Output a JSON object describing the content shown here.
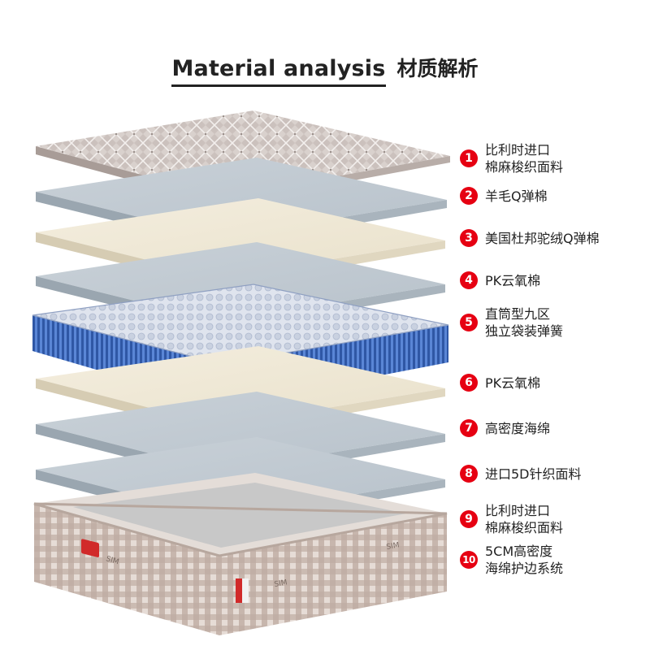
{
  "header": {
    "title_en": "Material analysis",
    "title_cn": "材质解析"
  },
  "layers": [
    {
      "num": "1",
      "label": "比利时进口\n棉麻梭织面料"
    },
    {
      "num": "2",
      "label": "羊毛Q弹棉"
    },
    {
      "num": "3",
      "label": "美国杜邦驼绒Q弹棉"
    },
    {
      "num": "4",
      "label": "PK云氧棉"
    },
    {
      "num": "5",
      "label": "直筒型九区\n独立袋装弹簧"
    },
    {
      "num": "6",
      "label": "PK云氧棉"
    },
    {
      "num": "7",
      "label": "高密度海绵"
    },
    {
      "num": "8",
      "label": "进口5D针织面料"
    },
    {
      "num": "9",
      "label": "比利时进口\n棉麻梭织面料"
    },
    {
      "num": "10",
      "label": "5CM高密度\n海绵护边系统"
    }
  ],
  "colors": {
    "badge": "#e60012",
    "fabric": "#cfc6c2",
    "foam_gray": "#bfc8cf",
    "cream": "#efe8d6",
    "spring_blue": "#3a66b8",
    "base_check": "#c9b9b0"
  },
  "brand_tag": "SIM"
}
